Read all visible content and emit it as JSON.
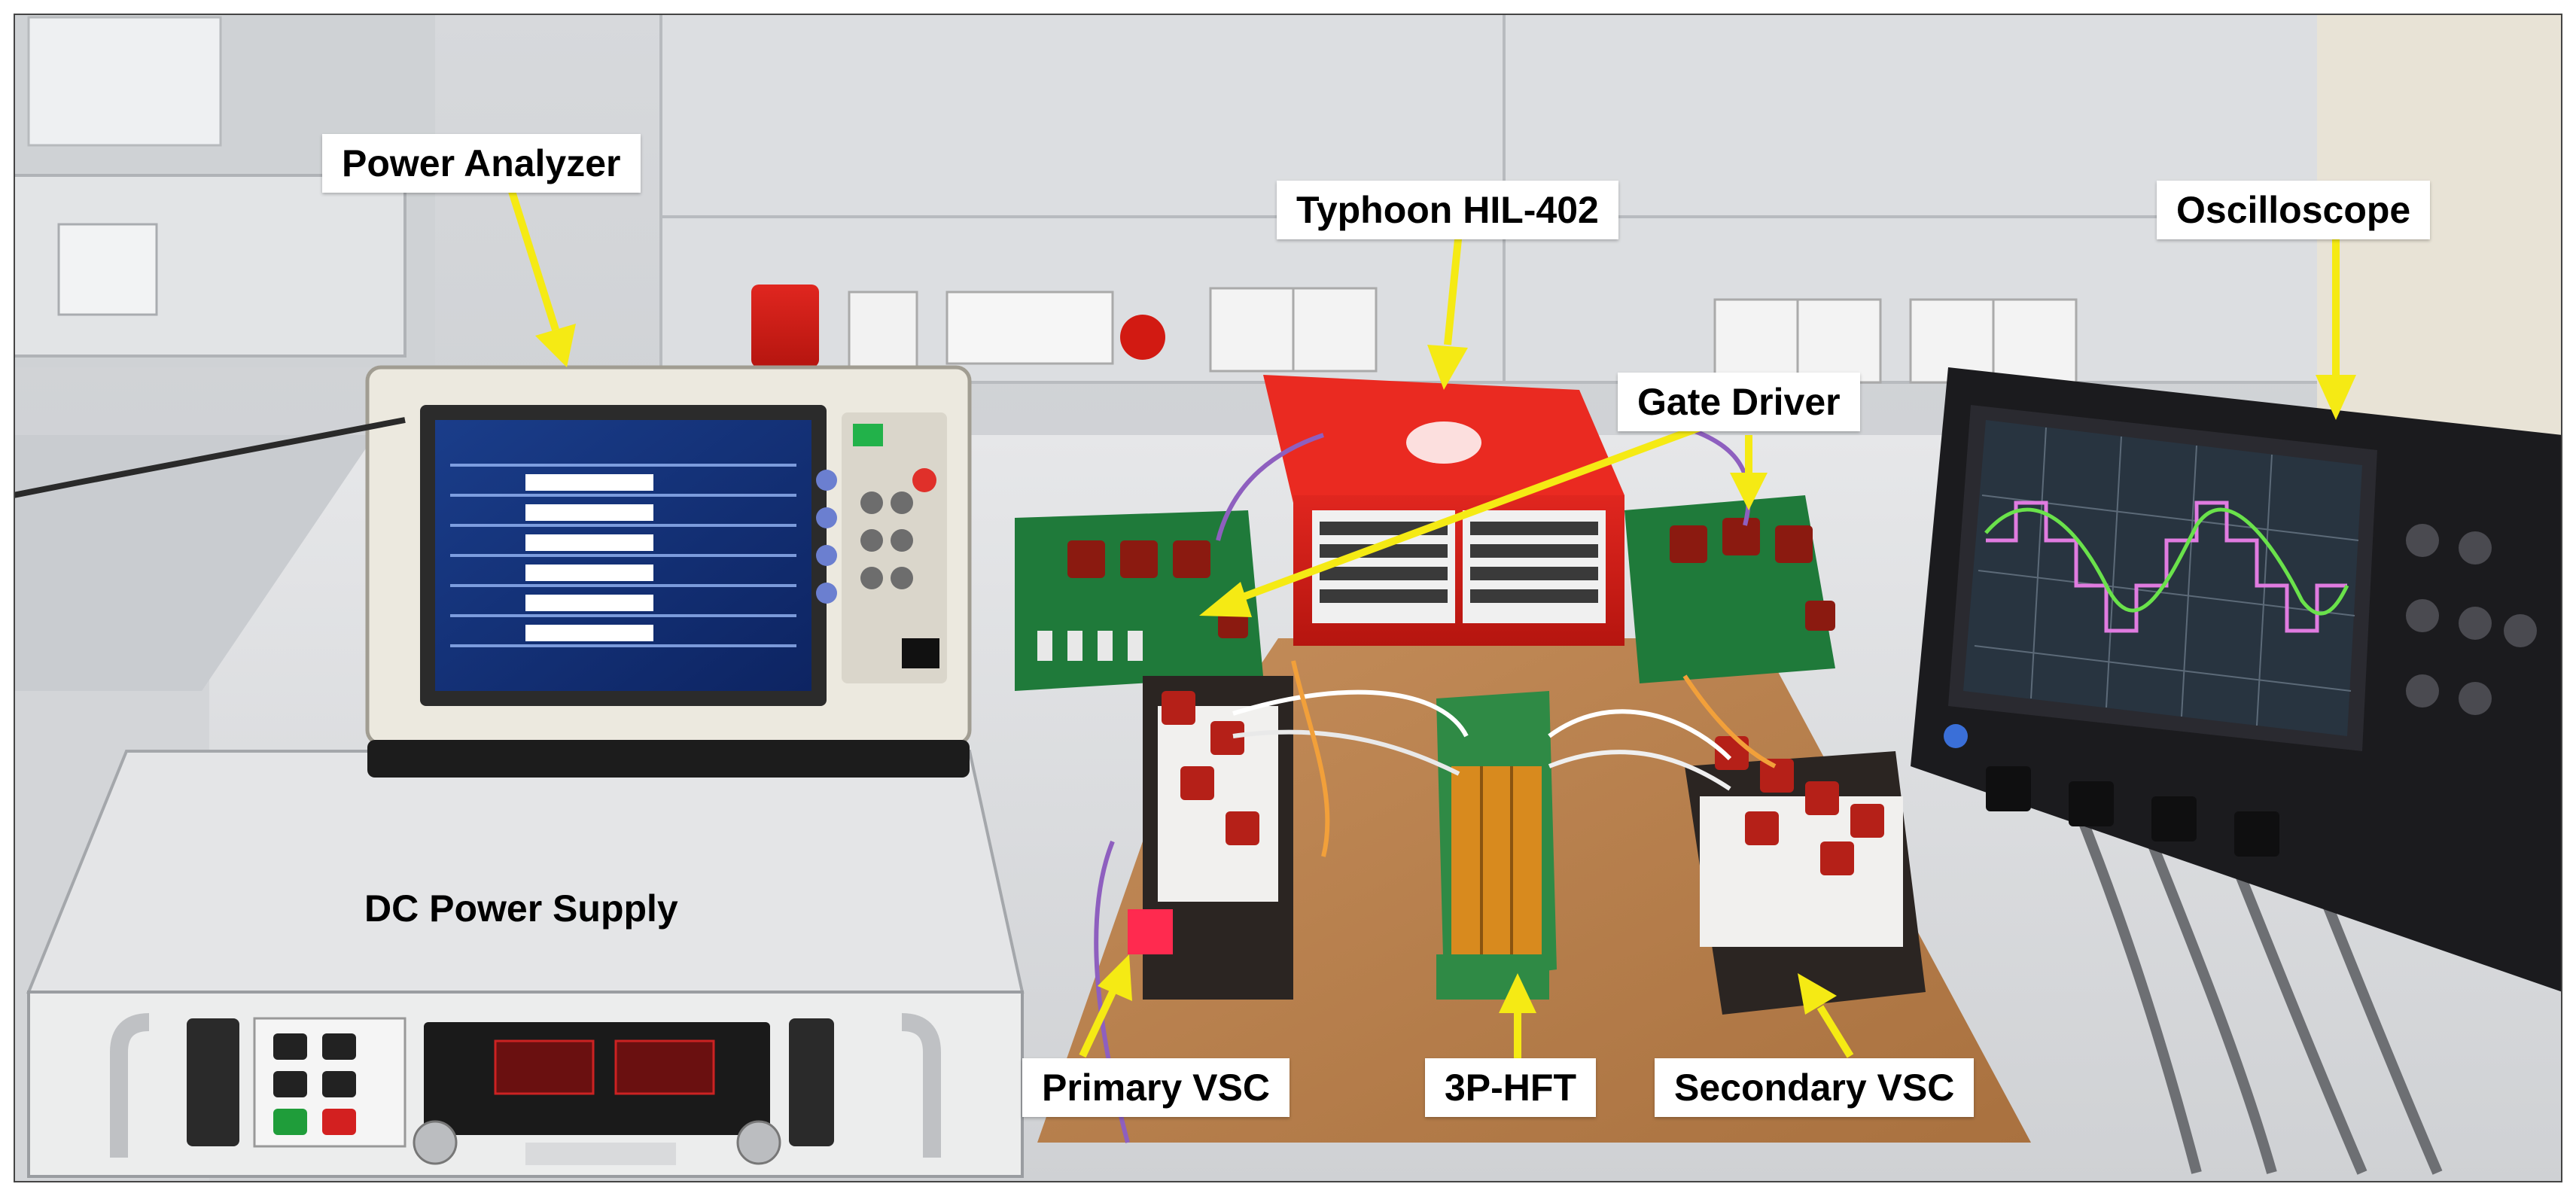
{
  "labels": {
    "power_analyzer": "Power Analyzer",
    "typhoon": "Typhoon HIL-402",
    "oscilloscope": "Oscilloscope",
    "gate_driver": "Gate Driver",
    "dc_supply": "DC Power Supply",
    "primary_vsc": "Primary VSC",
    "hft": "3P-HFT",
    "secondary_vsc": "Secondary VSC"
  },
  "arrow_color": "#f5ea14"
}
